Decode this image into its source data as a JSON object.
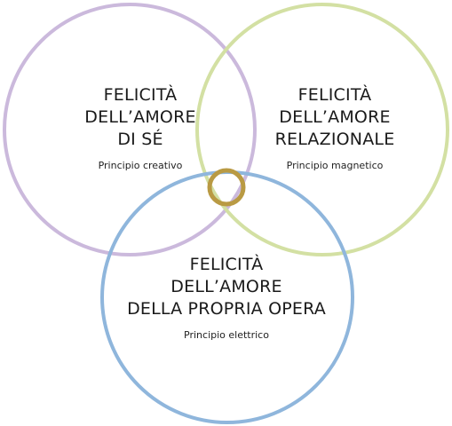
{
  "diagram": {
    "circles": [
      {
        "id": "self",
        "title_lines": [
          "FELICITÀ",
          "DELL’AMORE",
          "DI SÉ"
        ],
        "subtitle": "Principio creativo",
        "stroke": "#cbb9dc"
      },
      {
        "id": "relational",
        "title_lines": [
          "FELICITÀ",
          "DELL’AMORE",
          "RELAZIONALE"
        ],
        "subtitle": "Principio magnetico",
        "stroke": "#d3e0a3"
      },
      {
        "id": "work",
        "title_lines": [
          "FELICITÀ",
          "DELL’AMORE",
          "DELLA PROPRIA OPERA"
        ],
        "subtitle": "Principio elettrico",
        "stroke": "#8fb6dc"
      }
    ],
    "center_ring_color": "#b99a43"
  }
}
